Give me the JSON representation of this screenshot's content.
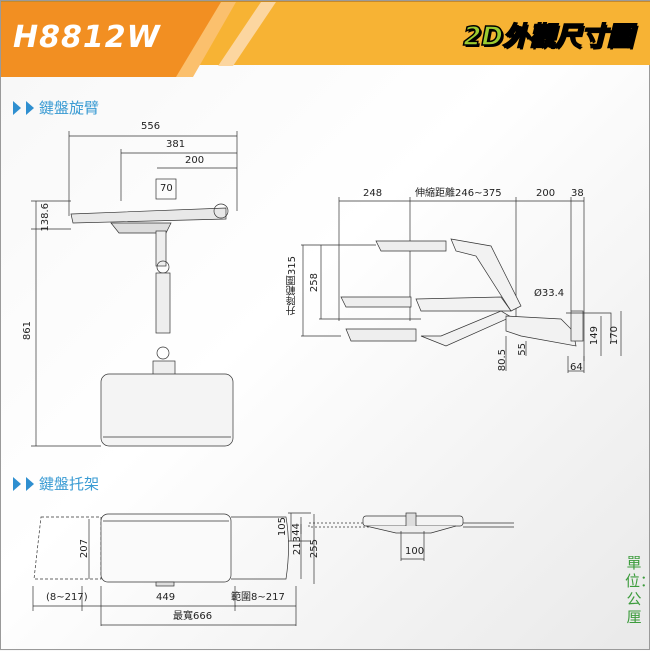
{
  "header": {
    "model": "H8812W",
    "title_green": "2D外觀",
    "title_white": "尺寸圖"
  },
  "sections": [
    {
      "title": "鍵盤旋臂"
    },
    {
      "title": "鍵盤托架"
    }
  ],
  "arm_top_view": {
    "dims": [
      "556",
      "381",
      "200",
      "70",
      "138.6",
      "861"
    ]
  },
  "arm_side_view": {
    "dims": {
      "d248": "248",
      "extend": "伸縮距離246~375",
      "d200": "200",
      "d38": "38",
      "lift": "升降範圍315",
      "d258": "258",
      "pole": "Ø33.4",
      "d149": "149",
      "d170": "170",
      "d55": "55",
      "d805": "80.5",
      "d64": "64"
    }
  },
  "tray_top_view": {
    "dims": {
      "d207": "207",
      "d213": "213",
      "d255": "255",
      "left": "(8~217)",
      "d449": "449",
      "range": "範圍8~217",
      "max": "最寬666"
    }
  },
  "tray_side_view": {
    "dims": {
      "d105": "105",
      "d44": "44",
      "d100": "100"
    }
  },
  "unit_label": "單位：公厘",
  "colors": {
    "header_orange": "#f28f22",
    "header_yellow": "#f7b334",
    "section_blue": "#3a9bd3",
    "unit_green": "#3d9c3d"
  }
}
